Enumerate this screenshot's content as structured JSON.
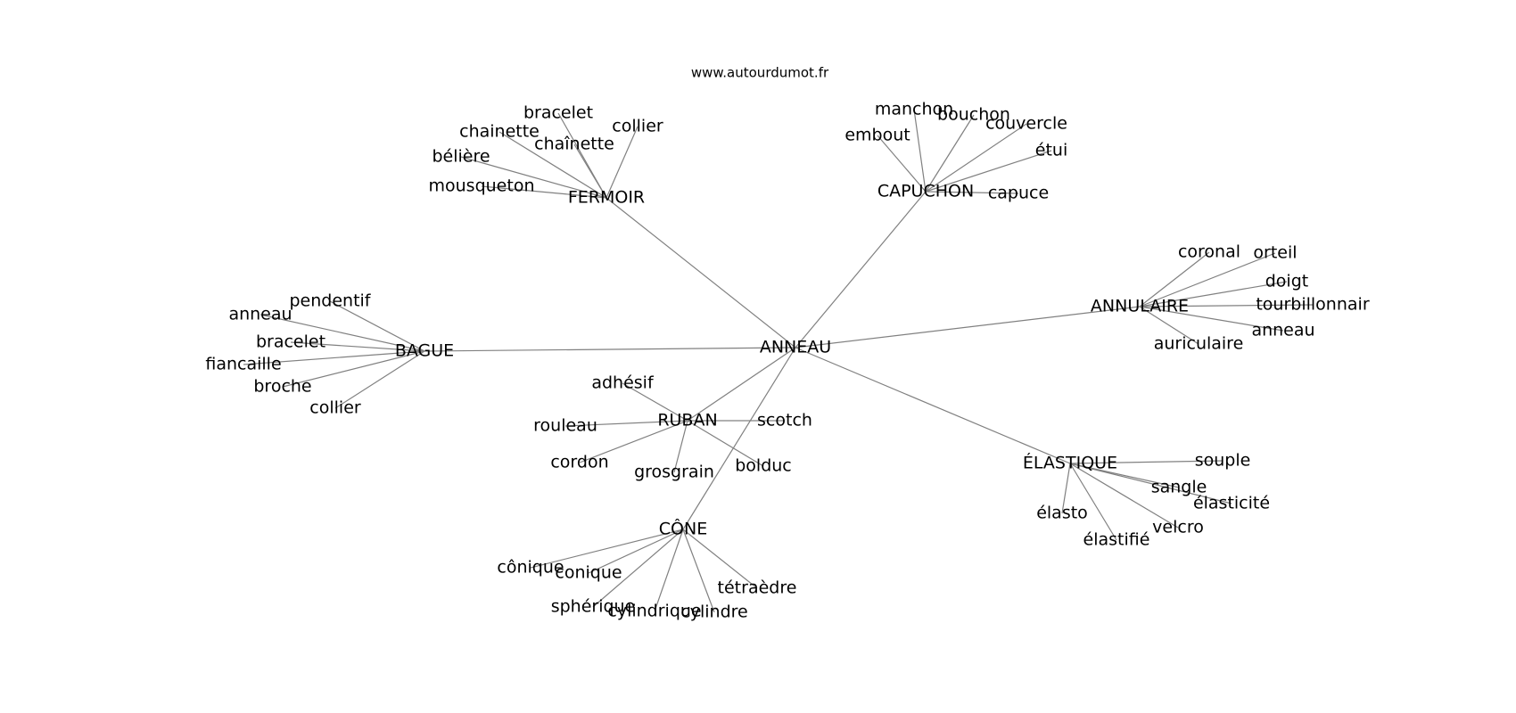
{
  "source": "www.autourdumot.fr",
  "graph": {
    "nodes": [
      {
        "id": "anneau_center",
        "label": "ANNEAU"
      },
      {
        "id": "fermoir",
        "label": "FERMOIR"
      },
      {
        "id": "capuchon",
        "label": "CAPUCHON"
      },
      {
        "id": "annulaire",
        "label": "ANNULAIRE"
      },
      {
        "id": "bague",
        "label": "BAGUE"
      },
      {
        "id": "ruban",
        "label": "RUBAN"
      },
      {
        "id": "elastique",
        "label": "ÉLASTIQUE"
      },
      {
        "id": "cone",
        "label": "CÔNE"
      },
      {
        "id": "f_bracelet",
        "label": "bracelet"
      },
      {
        "id": "f_collier",
        "label": "collier"
      },
      {
        "id": "f_chainette1",
        "label": "chainette"
      },
      {
        "id": "f_chainette2",
        "label": "chaînette"
      },
      {
        "id": "f_beliere",
        "label": "bélière"
      },
      {
        "id": "f_mousqueton",
        "label": "mousqueton"
      },
      {
        "id": "c_manchon",
        "label": "manchon"
      },
      {
        "id": "c_bouchon",
        "label": "bouchon"
      },
      {
        "id": "c_embout",
        "label": "embout"
      },
      {
        "id": "c_couvercle",
        "label": "couvercle"
      },
      {
        "id": "c_etui",
        "label": "étui"
      },
      {
        "id": "c_capuce",
        "label": "capuce"
      },
      {
        "id": "a_coronal",
        "label": "coronal"
      },
      {
        "id": "a_orteil",
        "label": "orteil"
      },
      {
        "id": "a_doigt",
        "label": "doigt"
      },
      {
        "id": "a_tourbillonnair",
        "label": "tourbillonnair"
      },
      {
        "id": "a_anneau",
        "label": "anneau"
      },
      {
        "id": "a_auriculaire",
        "label": "auriculaire"
      },
      {
        "id": "b_pendentif",
        "label": "pendentif"
      },
      {
        "id": "b_anneau",
        "label": "anneau"
      },
      {
        "id": "b_bracelet",
        "label": "bracelet"
      },
      {
        "id": "b_fiancaille",
        "label": "fiancaille"
      },
      {
        "id": "b_broche",
        "label": "broche"
      },
      {
        "id": "b_collier",
        "label": "collier"
      },
      {
        "id": "r_adhesif",
        "label": "adhésif"
      },
      {
        "id": "r_rouleau",
        "label": "rouleau"
      },
      {
        "id": "r_scotch",
        "label": "scotch"
      },
      {
        "id": "r_cordon",
        "label": "cordon"
      },
      {
        "id": "r_grosgrain",
        "label": "grosgrain"
      },
      {
        "id": "r_bolduc",
        "label": "bolduc"
      },
      {
        "id": "e_souple",
        "label": "souple"
      },
      {
        "id": "e_sangle",
        "label": "sangle"
      },
      {
        "id": "e_elasticite",
        "label": "élasticité"
      },
      {
        "id": "e_elasto",
        "label": "élasto"
      },
      {
        "id": "e_velcro",
        "label": "velcro"
      },
      {
        "id": "e_elastifie",
        "label": "élastifié"
      },
      {
        "id": "k_conique1",
        "label": "cônique"
      },
      {
        "id": "k_conique2",
        "label": "conique"
      },
      {
        "id": "k_spherique",
        "label": "sphérique"
      },
      {
        "id": "k_cylindrique",
        "label": "cylindrique"
      },
      {
        "id": "k_cylindre",
        "label": "cylindre"
      },
      {
        "id": "k_tetraedre",
        "label": "tétraèdre"
      }
    ],
    "edges": [
      [
        "anneau_center",
        "fermoir"
      ],
      [
        "anneau_center",
        "capuchon"
      ],
      [
        "anneau_center",
        "annulaire"
      ],
      [
        "anneau_center",
        "bague"
      ],
      [
        "anneau_center",
        "ruban"
      ],
      [
        "anneau_center",
        "elastique"
      ],
      [
        "anneau_center",
        "cone"
      ],
      [
        "fermoir",
        "f_bracelet"
      ],
      [
        "fermoir",
        "f_collier"
      ],
      [
        "fermoir",
        "f_chainette1"
      ],
      [
        "fermoir",
        "f_chainette2"
      ],
      [
        "fermoir",
        "f_beliere"
      ],
      [
        "fermoir",
        "f_mousqueton"
      ],
      [
        "capuchon",
        "c_manchon"
      ],
      [
        "capuchon",
        "c_bouchon"
      ],
      [
        "capuchon",
        "c_embout"
      ],
      [
        "capuchon",
        "c_couvercle"
      ],
      [
        "capuchon",
        "c_etui"
      ],
      [
        "capuchon",
        "c_capuce"
      ],
      [
        "annulaire",
        "a_coronal"
      ],
      [
        "annulaire",
        "a_orteil"
      ],
      [
        "annulaire",
        "a_doigt"
      ],
      [
        "annulaire",
        "a_tourbillonnair"
      ],
      [
        "annulaire",
        "a_anneau"
      ],
      [
        "annulaire",
        "a_auriculaire"
      ],
      [
        "bague",
        "b_pendentif"
      ],
      [
        "bague",
        "b_anneau"
      ],
      [
        "bague",
        "b_bracelet"
      ],
      [
        "bague",
        "b_fiancaille"
      ],
      [
        "bague",
        "b_broche"
      ],
      [
        "bague",
        "b_collier"
      ],
      [
        "ruban",
        "r_adhesif"
      ],
      [
        "ruban",
        "r_rouleau"
      ],
      [
        "ruban",
        "r_scotch"
      ],
      [
        "ruban",
        "r_cordon"
      ],
      [
        "ruban",
        "r_grosgrain"
      ],
      [
        "ruban",
        "r_bolduc"
      ],
      [
        "elastique",
        "e_souple"
      ],
      [
        "elastique",
        "e_sangle"
      ],
      [
        "elastique",
        "e_elasticite"
      ],
      [
        "elastique",
        "e_elasto"
      ],
      [
        "elastique",
        "e_velcro"
      ],
      [
        "elastique",
        "e_elastifie"
      ],
      [
        "cone",
        "k_conique1"
      ],
      [
        "cone",
        "k_conique2"
      ],
      [
        "cone",
        "k_spherique"
      ],
      [
        "cone",
        "k_cylindrique"
      ],
      [
        "cone",
        "k_cylindre"
      ],
      [
        "cone",
        "k_tetraedre"
      ]
    ]
  }
}
